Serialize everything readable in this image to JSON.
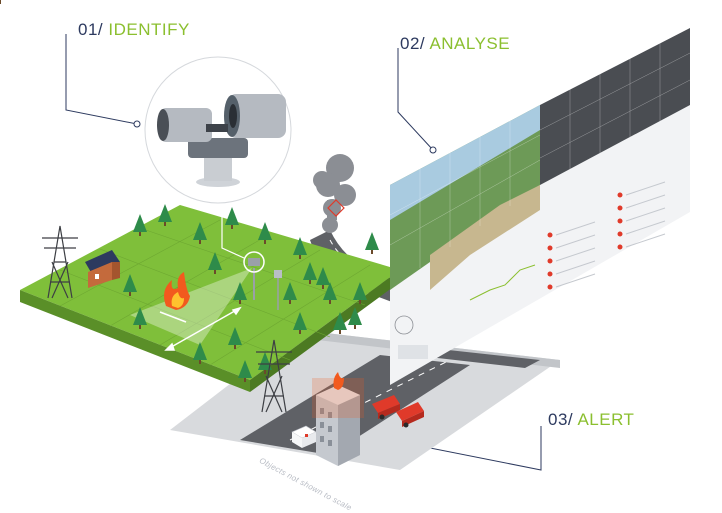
{
  "steps": [
    {
      "number": "01/",
      "title": "IDENTIFY"
    },
    {
      "number": "02/",
      "title": "ANALYSE"
    },
    {
      "number": "03/",
      "title": "ALERT"
    }
  ],
  "scale_note": "Objects not shown to scale",
  "colors": {
    "navy": "#2d3a5f",
    "green_accent": "#8bbf2f",
    "grass": "#7fbf3a",
    "tree": "#2e8b4a",
    "road": "#5f6166",
    "fire": "#f25a1e",
    "alert_red": "#e03a2a"
  },
  "icons": [
    "camera-icon",
    "fire-icon",
    "house-icon",
    "pylon-icon",
    "fire-truck-icon",
    "ambulance-icon",
    "building-icon",
    "smoke-icon"
  ]
}
